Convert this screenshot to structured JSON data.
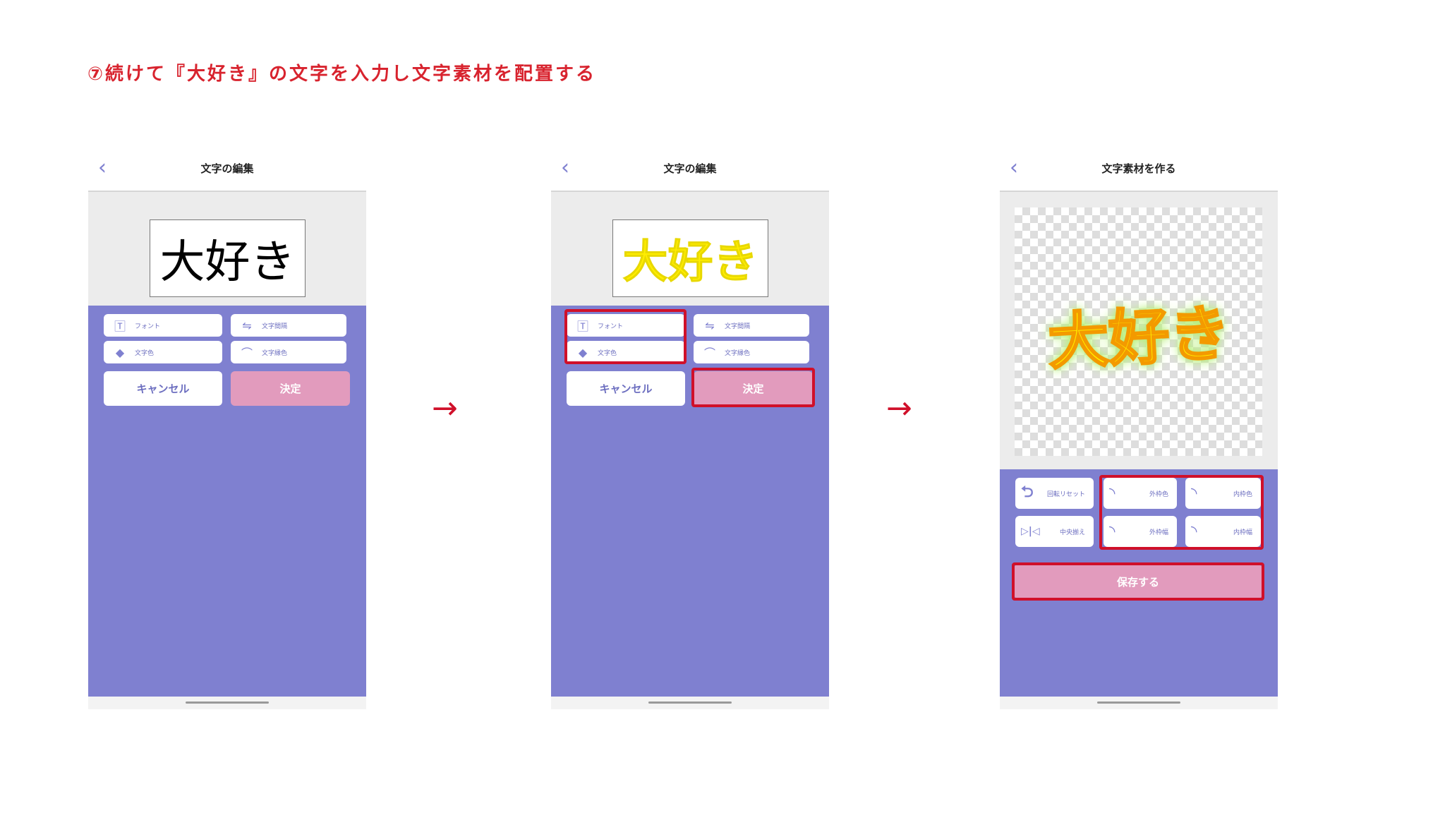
{
  "instruction": "⑦続けて『大好き』の文字を入力し文字素材を配置する",
  "colors": {
    "accent": "#7f80d0",
    "confirm": "#e29bbd",
    "highlight": "#d0102a"
  },
  "arrow": "→",
  "panels": [
    {
      "back": "‹",
      "title": "文字の編集",
      "preview": "大好き",
      "font": "フォント",
      "spacing": "文字間隔",
      "color": "文字色",
      "edge_color": "文字縁色",
      "cancel": "キャンセル",
      "ok": "決定"
    },
    {
      "back": "‹",
      "title": "文字の編集",
      "preview": "大好き",
      "font": "フォント",
      "spacing": "文字間隔",
      "color": "文字色",
      "edge_color": "文字縁色",
      "cancel": "キャンセル",
      "ok": "決定"
    },
    {
      "back": "‹",
      "title": "文字素材を作る",
      "preview": "大好き",
      "rotate_reset": "回転リセット",
      "outer_color": "外枠色",
      "inner_color": "内枠色",
      "center": "中央揃え",
      "outer_width": "外枠幅",
      "inner_width": "内枠幅",
      "save": "保存する"
    }
  ]
}
